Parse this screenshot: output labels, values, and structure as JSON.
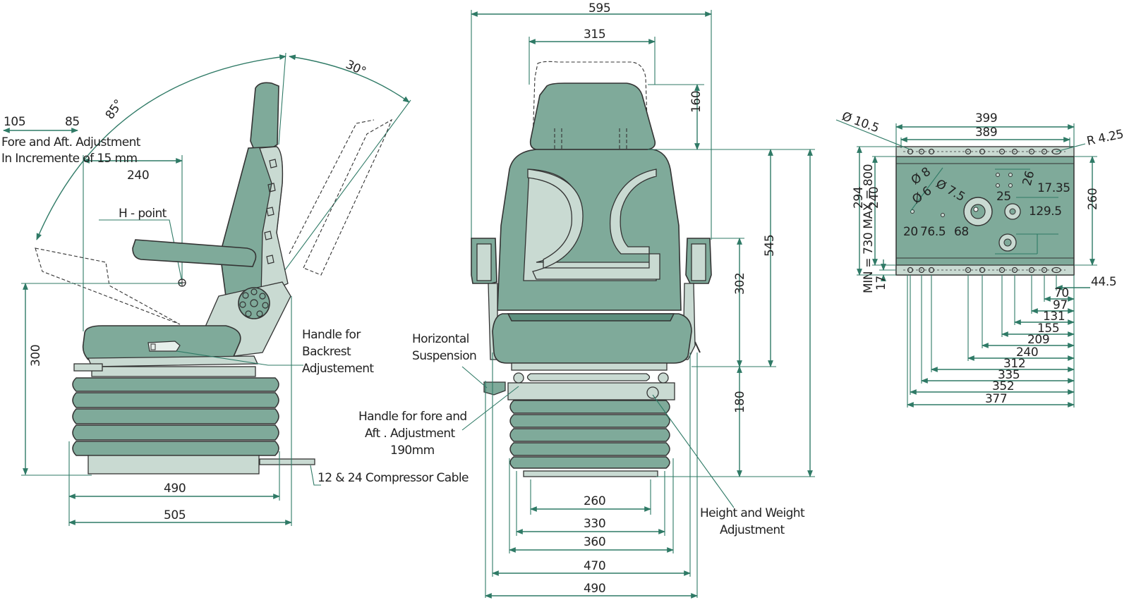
{
  "side_view": {
    "angle_85": "85°",
    "angle_30": "30°",
    "dim_105": "105",
    "dim_85": "85",
    "fore_aft_line1": "Fore and Aft. Adjustment",
    "fore_aft_line2": "In Incremente of 15 mm",
    "dim_240": "240",
    "h_point": "H - point",
    "dim_300": "300",
    "backrest_line1": "Handle for",
    "backrest_line2": "Backrest",
    "backrest_line3": "Adjustement",
    "compressor_cable": "12 & 24 Compressor Cable",
    "dim_490": "490",
    "dim_505": "505"
  },
  "front_view": {
    "dim_595": "595",
    "dim_315": "315",
    "dim_160": "160",
    "dim_545": "545",
    "dim_302": "302",
    "dim_180": "180",
    "min_max": "MIN = 730   MAX = 800",
    "horizontal_line1": "Horizontal",
    "horizontal_line2": "Suspension",
    "fore_aft_handle_line1": "Handle for fore and",
    "fore_aft_handle_line2": "Aft . Adjustment",
    "fore_aft_handle_line3": "190mm",
    "height_weight_line1": "Height and Weight",
    "height_weight_line2": "Adjustment",
    "dim_260": "260",
    "dim_330": "330",
    "dim_360": "360",
    "dim_470": "470",
    "dim_490": "490"
  },
  "base_plate": {
    "dia_10_5": "Ø 10.5",
    "dim_399": "399",
    "dim_389": "389",
    "r_4_25": "R 4.25",
    "dia_8": "Ø 8",
    "dia_6": "Ø 6",
    "dia_7_5": "Ø 7.5",
    "dim_26": "26",
    "dim_25": "25",
    "dim_17_35": "17.35",
    "dim_129_5": "129.5",
    "dim_294": "294",
    "dim_240": "240",
    "dim_260": "260",
    "dim_20": "20",
    "dim_76_5": "76.5",
    "dim_68": "68",
    "dim_17": "17",
    "dim_44_5": "44.5",
    "bottom_dims": [
      "70",
      "97",
      "131",
      "155",
      "209",
      "240",
      "312",
      "335",
      "352",
      "377"
    ]
  },
  "colors": {
    "dimension_line": "#2f7a66",
    "seat_fill": "#7faa9a",
    "seat_light": "#c9dad2",
    "outline": "#333333"
  }
}
